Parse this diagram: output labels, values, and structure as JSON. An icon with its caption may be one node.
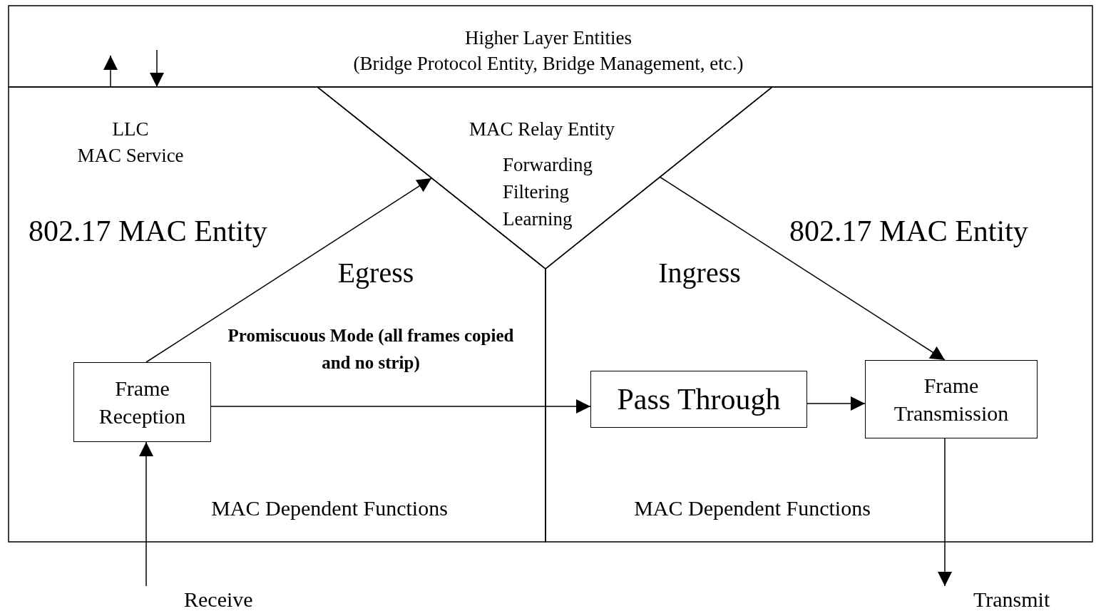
{
  "diagram": {
    "nodes": [
      {
        "text": [
          "Higher Layer Entities",
          "(Bridge Protocol Entity, Bridge Management, etc.)"
        ]
      },
      {
        "text": [
          "MAC Relay Entity",
          "Forwarding Filtering Learning"
        ]
      },
      {
        "text": [
          "802.17 MAC Entity",
          "Egress",
          "MAC Dependent Functions"
        ]
      },
      {
        "text": [
          "Frame Reception"
        ],
        "in": 2
      },
      {
        "text": [
          "802.17 MAC Entity",
          "Ingress",
          "MAC Dependent Functions"
        ]
      },
      {
        "text": [
          "Pass Through"
        ],
        "in": 4
      },
      {
        "text": [
          "Frame Transmission"
        ],
        "in": 4
      },
      {
        "text": [
          "Receive"
        ]
      },
      {
        "text": [
          "Transmit"
        ]
      }
    ],
    "edges": [
      {
        "from": 2,
        "to": 0,
        "arrow": "to"
      },
      {
        "from": 0,
        "to": 2,
        "arrow": "to"
      },
      {
        "from": 3,
        "to": 1,
        "arrow": "to"
      },
      {
        "from": 1,
        "to": 6,
        "arrow": "to"
      },
      {
        "from": 3,
        "to": 5,
        "arrow": "to",
        "label": "Promiscuous Mode (all frames copied and no strip)"
      },
      {
        "from": 5,
        "to": 6,
        "arrow": "to"
      },
      {
        "from": 7,
        "to": 3,
        "arrow": "to"
      },
      {
        "from": 6,
        "to": 8,
        "arrow": "to"
      }
    ],
    "labels": [
      "LLC",
      "MAC Service"
    ]
  }
}
